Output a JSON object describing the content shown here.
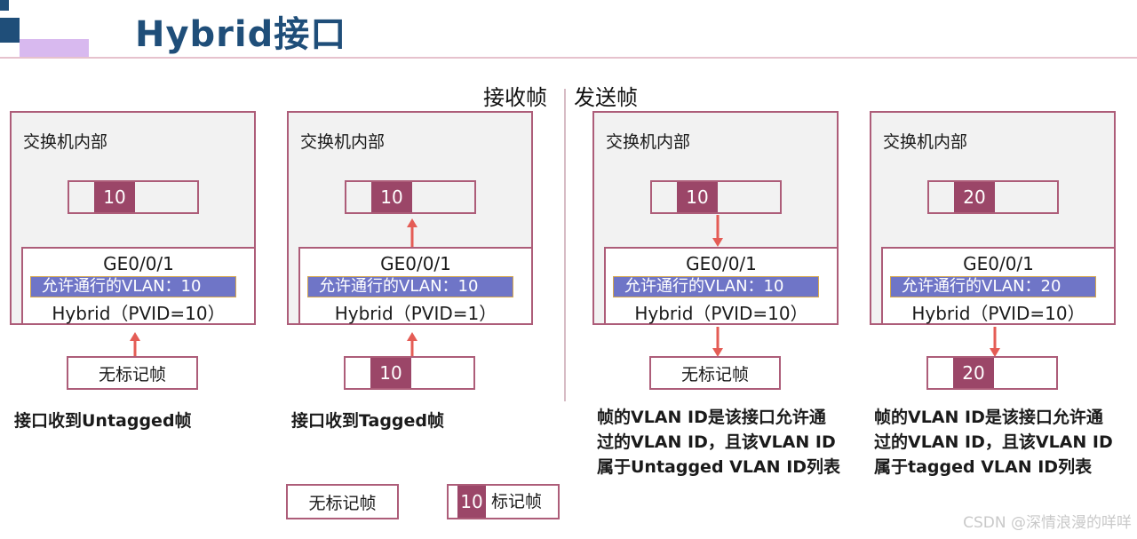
{
  "title": "Hybrid接口",
  "sections": {
    "receive": "接收帧",
    "send": "发送帧"
  },
  "panels": [
    {
      "switch_label": "交换机内部",
      "frame_tag": "10",
      "port": "GE0/0/1",
      "allowed": "允许通行的VLAN：10",
      "mode": "Hybrid（PVID=10）",
      "incoming_frame_text": "无标记帧",
      "caption": "接口收到Untagged帧"
    },
    {
      "switch_label": "交换机内部",
      "frame_tag": "10",
      "port": "GE0/0/1",
      "allowed": "允许通行的VLAN：10",
      "mode": "Hybrid（PVID=1）",
      "incoming_frame_tag": "10",
      "caption": "接口收到Tagged帧"
    },
    {
      "switch_label": "交换机内部",
      "frame_tag": "10",
      "port": "GE0/0/1",
      "allowed": "允许通行的VLAN：10",
      "mode": "Hybrid（PVID=10）",
      "outgoing_frame_text": "无标记帧",
      "caption_lines": [
        "帧的VLAN ID是该接口允许通",
        "过的VLAN ID，且该VLAN ID",
        "属于Untagged VLAN ID列表"
      ]
    },
    {
      "switch_label": "交换机内部",
      "frame_tag": "20",
      "port": "GE0/0/1",
      "allowed": "允许通行的VLAN：20",
      "mode": "Hybrid（PVID=10）",
      "outgoing_frame_tag": "20",
      "caption_lines": [
        "帧的VLAN ID是该接口允许通",
        "过的VLAN ID，且该VLAN ID",
        "属于tagged VLAN ID列表"
      ]
    }
  ],
  "legend": {
    "untagged": "无标记帧",
    "tag_value": "10",
    "tagged": "标记帧"
  },
  "watermark": "CSDN @深情浪漫的咩咩",
  "colors": {
    "title": "#1f4e79",
    "border": "#ad5d79",
    "tag": "#9b4668",
    "vlan_bar": "#6f75c7",
    "arrow": "#e45c55"
  }
}
